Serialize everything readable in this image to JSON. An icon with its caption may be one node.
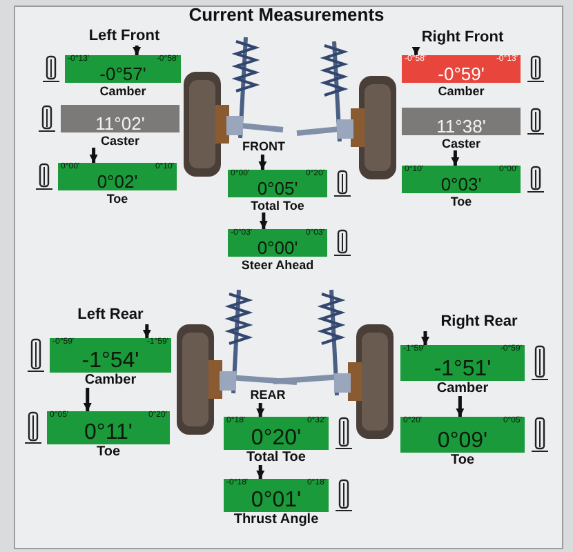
{
  "diagram": {
    "title": "Current Measurements",
    "nodes": [
      {
        "text": [
          "Left Front"
        ]
      },
      {
        "text": [
          "Right Front"
        ]
      },
      {
        "text": [
          "-0°13'",
          "-0°58'",
          "-0°57'"
        ],
        "beside": [
          "Camber"
        ]
      },
      {
        "text": [
          "-0°58'",
          "-0°13'",
          "-0°59'"
        ],
        "beside": [
          "Camber"
        ]
      },
      {
        "text": [
          "11°02'"
        ],
        "beside": [
          "Caster"
        ]
      },
      {
        "text": [
          "11°38'"
        ],
        "beside": [
          "Caster"
        ]
      },
      {
        "text": [
          "0°00'",
          "0°10'",
          "0°02'"
        ],
        "beside": [
          "Toe"
        ]
      },
      {
        "text": [
          "0°10'",
          "0°00'",
          "0°03'"
        ],
        "beside": [
          "Toe"
        ]
      },
      {
        "text": [
          "FRONT"
        ]
      },
      {
        "text": [
          "0°00'",
          "0°20'",
          "0°05'"
        ],
        "beside": [
          "Total Toe"
        ]
      },
      {
        "text": [
          "-0°03'",
          "0°03'",
          "0°00'"
        ],
        "beside": [
          "Steer Ahead"
        ]
      },
      {
        "text": [
          "Left Rear"
        ]
      },
      {
        "text": [
          "Right Rear"
        ]
      },
      {
        "text": [
          "-0°59'",
          "-1°59'",
          "-1°54'"
        ],
        "beside": [
          "Camber"
        ]
      },
      {
        "text": [
          "-1°59'",
          "-0°59'",
          "-1°51'"
        ],
        "beside": [
          "Camber"
        ]
      },
      {
        "text": [
          "0°05'",
          "0°20'",
          "0°11'"
        ],
        "beside": [
          "Toe"
        ]
      },
      {
        "text": [
          "0°20'",
          "0°05'",
          "0°09'"
        ],
        "beside": [
          "Toe"
        ]
      },
      {
        "text": [
          "REAR"
        ]
      },
      {
        "text": [
          "0°18'",
          "0°32'",
          "0°20'"
        ],
        "beside": [
          "Total Toe"
        ]
      },
      {
        "text": [
          "-0°18'",
          "0°18'",
          "0°01'"
        ],
        "beside": [
          "Thrust Angle"
        ]
      }
    ],
    "edges": [
      {
        "from": 0,
        "to": 2,
        "arrow": "to"
      },
      {
        "from": 1,
        "to": 3,
        "arrow": "to"
      },
      {
        "from": 4,
        "to": 6,
        "arrow": "to"
      },
      {
        "from": 5,
        "to": 7,
        "arrow": "to"
      },
      {
        "from": 8,
        "to": 9,
        "arrow": "to"
      },
      {
        "from": 9,
        "to": 10,
        "arrow": "to"
      },
      {
        "from": 11,
        "to": 13,
        "arrow": "to"
      },
      {
        "from": 12,
        "to": 14,
        "arrow": "to"
      },
      {
        "from": 13,
        "to": 15,
        "arrow": "to"
      },
      {
        "from": 14,
        "to": 16,
        "arrow": "to"
      },
      {
        "from": 17,
        "to": 18,
        "arrow": "to"
      },
      {
        "from": 18,
        "to": 19,
        "arrow": "to"
      }
    ]
  }
}
